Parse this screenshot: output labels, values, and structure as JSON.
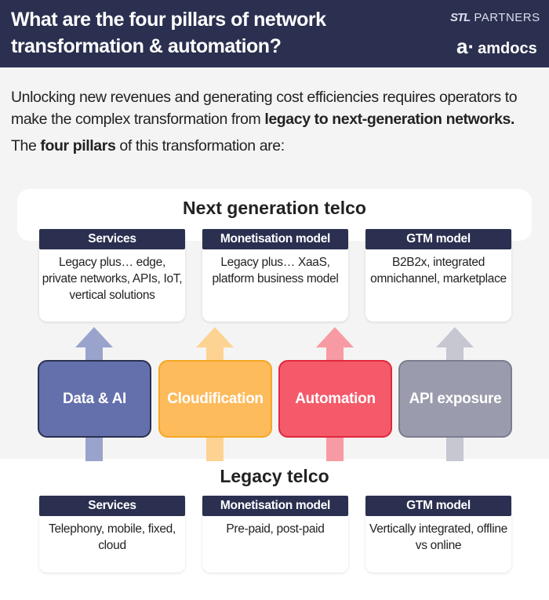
{
  "header": {
    "title": "What are the four pillars of network transformation & automation?",
    "logo_stl": "STL",
    "logo_partners": "PARTNERS",
    "logo_amdocs": "amdocs"
  },
  "intro": {
    "line_start": "Unlocking new revenues and generating cost efficiencies requires operators to make the complex transformation from ",
    "line_bold": "legacy to next-generation networks.",
    "pillars_pre": "The ",
    "pillars_bold": "four pillars",
    "pillars_post": " of this transformation are:"
  },
  "next_gen": {
    "title": "Next generation telco",
    "cards": [
      {
        "header": "Services",
        "body": "Legacy plus… edge, private networks, APIs, IoT, vertical solutions"
      },
      {
        "header": "Monetisation model",
        "body": "Legacy plus… XaaS, platform business model"
      },
      {
        "header": "GTM model",
        "body": "B2B2x, integrated omnichannel, marketplace"
      }
    ]
  },
  "pillars": [
    {
      "label": "Data & AI",
      "color": "#6470ab",
      "arrow": "#9aa3cc",
      "border": "#2b3050"
    },
    {
      "label": "Cloudification",
      "color": "#fdbb5c",
      "arrow": "#fdd393",
      "border": "#f5a623"
    },
    {
      "label": "Automation",
      "color": "#f45a6a",
      "arrow": "#f89aa3",
      "border": "#e0283c"
    },
    {
      "label": "API exposure",
      "color": "#9a9cad",
      "arrow": "#c6c7d1",
      "border": "#7b7d8e"
    }
  ],
  "legacy": {
    "title": "Legacy telco",
    "cards": [
      {
        "header": "Services",
        "body": "Telephony, mobile, fixed, cloud"
      },
      {
        "header": "Monetisation model",
        "body": "Pre-paid, post-paid"
      },
      {
        "header": "GTM model",
        "body": "Vertically integrated, offline vs online"
      }
    ]
  }
}
